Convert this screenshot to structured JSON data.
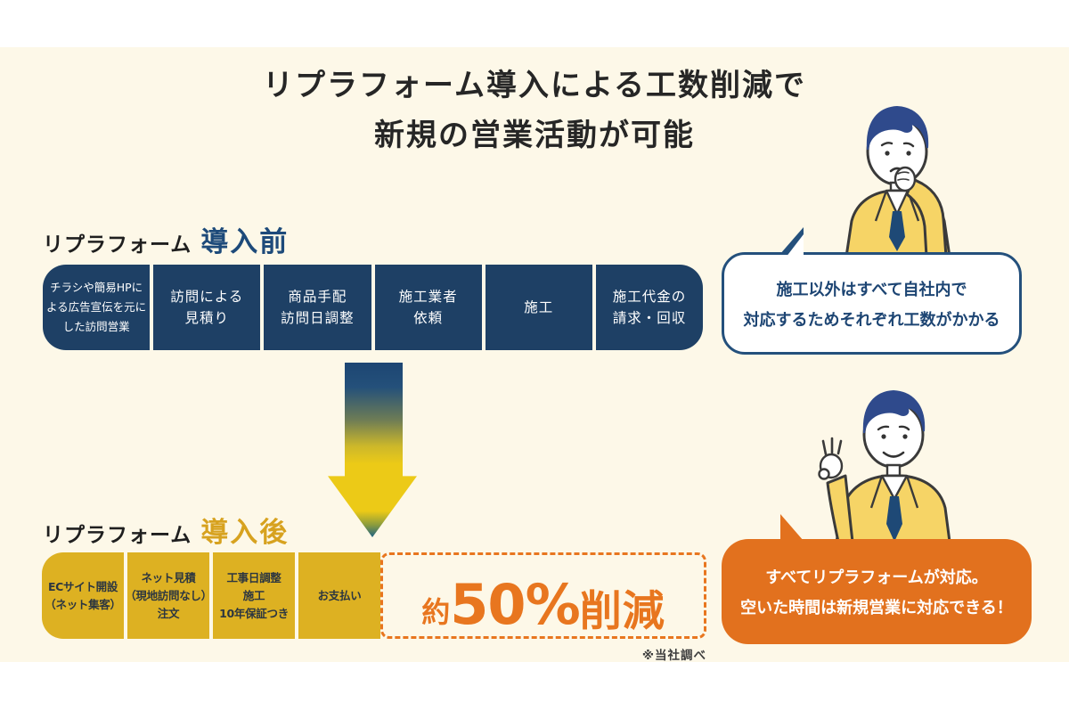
{
  "colors": {
    "cream": "#fdf8e8",
    "navy": "#1e4065",
    "navy-bright": "#1d4a7a",
    "yellow": "#ddb122",
    "gold": "#d7a21f",
    "orange": "#e8761f",
    "orange-deep": "#e2711e"
  },
  "title": {
    "line1": "リプラフォーム導入による工数削減で",
    "line2": "新規の営業活動が可能"
  },
  "before_section": {
    "brand": "リプラフォーム",
    "label": "導入前",
    "steps": [
      {
        "line1": "チラシや簡易HPに",
        "line2": "よる広告宣伝を元に",
        "line3": "した訪問営業"
      },
      {
        "line1": "訪問による",
        "line2": "見積り"
      },
      {
        "line1": "商品手配",
        "line2": "訪問日調整"
      },
      {
        "line1": "施工業者",
        "line2": "依頼"
      },
      {
        "line1": "施工"
      },
      {
        "line1": "施工代金の",
        "line2": "請求・回収"
      }
    ],
    "bubble": {
      "line1": "施工以外はすべて自社内で",
      "line2": "対応するためそれぞれ工数がかかる"
    }
  },
  "after_section": {
    "brand": "リプラフォーム",
    "label": "導入後",
    "steps": [
      {
        "line1": "ECサイト開設",
        "line2": "（ネット集客）"
      },
      {
        "line1": "ネット見積",
        "line2": "（現地訪問なし）",
        "line3": "注文"
      },
      {
        "line1": "工事日調整",
        "line2": "施工",
        "line3": "10年保証つき"
      },
      {
        "line1": "お支払い"
      }
    ],
    "reduction": {
      "prefix": "約",
      "value": "50%",
      "suffix": "削減"
    },
    "bubble": {
      "line1": "すべてリプラフォームが対応。",
      "line2": "空いた時間は新規営業に対応できる！"
    }
  },
  "footnote": "※当社調べ"
}
